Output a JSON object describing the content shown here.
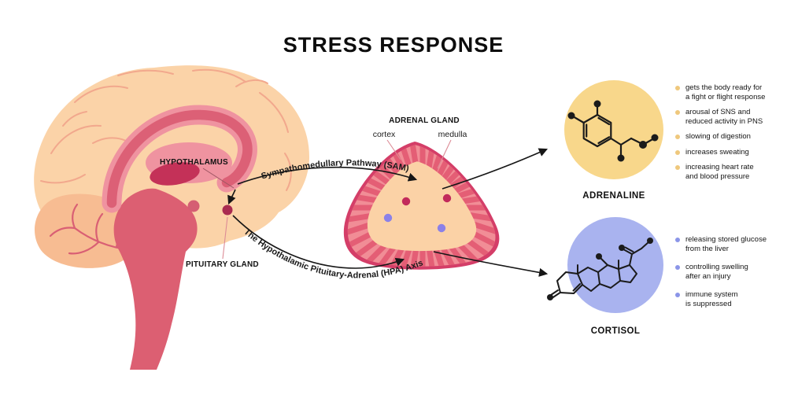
{
  "title": "STRESS RESPONSE",
  "brain": {
    "hypothalamus_label": "HYPOTHALAMUS",
    "pituitary_label": "PITUITARY GLAND"
  },
  "pathways": {
    "sam_label": "Sympathomedullary Pathway (SAM)",
    "hpa_label": "The Hypothalamic Pituitary-Adrenal (HPA) Axis"
  },
  "adrenal_gland": {
    "title": "ADRENAL GLAND",
    "cortex_label": "cortex",
    "medulla_label": "medulla"
  },
  "adrenaline": {
    "name": "ADRENALINE",
    "circle_color": "#F8D78B",
    "bullet_color": "#EFC87D",
    "effects": [
      "gets the body ready for\na fight or flight response",
      "arousal of SNS and\nreduced activity in PNS",
      "slowing of digestion",
      "increases sweating",
      "increasing heart rate\nand blood pressure"
    ]
  },
  "cortisol": {
    "name": "CORTISOL",
    "circle_color": "#A9B3EF",
    "bullet_color": "#8B95E8",
    "effects": [
      "releasing stored glucose\nfrom the liver",
      "controlling swelling\nafter an injury",
      "immune system\nis suppressed"
    ]
  },
  "palette": {
    "cortex_peach": "#FBD3A8",
    "cerebellum_peach": "#F7BC92",
    "rose": "#DC5F72",
    "pink_band": "#EF93A0",
    "raspberry": "#C43158",
    "pituitary_dot": "#A92B50",
    "gland_border": "#D43E68",
    "gland_cortex": "#F18D96",
    "gland_medulla": "#FBD2A6",
    "gland_dot_red": "#C22A5B",
    "gland_dot_purple": "#8B81E8"
  }
}
